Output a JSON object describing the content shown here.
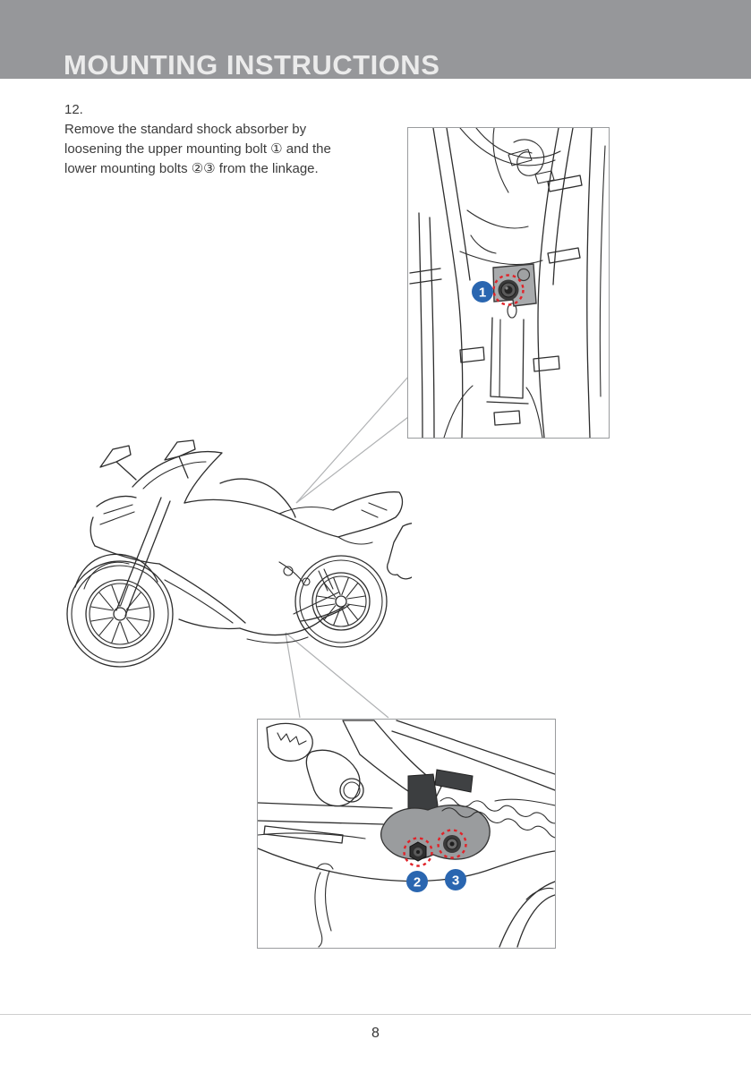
{
  "header": {
    "title": "MOUNTING INSTRUCTIONS"
  },
  "step": {
    "number": "12.",
    "lines": [
      "Remove the standard shock absorber by",
      "loosening the upper mounting bolt ① and the",
      "lower mounting bolts ②③ from the linkage."
    ]
  },
  "callouts": {
    "upper_bolt": "1",
    "lower_bolt_left": "2",
    "lower_bolt_right": "3"
  },
  "footer": {
    "page_number": "8"
  },
  "colors": {
    "header_bar": "#96979a",
    "title_text": "#ebebeb",
    "callout_blue": "#2a66b0",
    "highlight_red": "#e02329",
    "line_art": "#2e2e2e",
    "figure_border": "#9a9c9e",
    "body_text": "#3b3b3b"
  }
}
